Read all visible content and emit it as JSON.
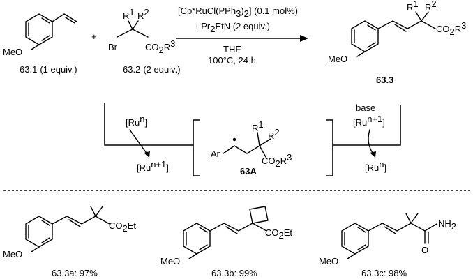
{
  "reaction": {
    "substrate": {
      "id": "63.1",
      "equiv": "(1 equiv.)",
      "group": "MeO"
    },
    "reagent": {
      "id": "63.2",
      "equiv": "(2 equiv.)",
      "br": "Br",
      "r1": "R",
      "r1_sup": "1",
      "r2": "R",
      "r2_sup": "2",
      "ester": "CO",
      "ester_sub": "2",
      "ester_r": "R",
      "ester_sup": "3"
    },
    "plus": "+",
    "conditions": {
      "catalyst_a": "[Cp*RuCl(PPh",
      "catalyst_sub": "3",
      "catalyst_b": ")",
      "catalyst_sub2": "2",
      "catalyst_c": "] (0.1 mol%)",
      "base_ital": "i",
      "base_a": "-Pr",
      "base_sub": "2",
      "base_b": "EtN (2 equiv.)",
      "solvent": "THF",
      "temp_time": "100°C, 24 h"
    },
    "product": {
      "id": "63.3",
      "group": "MeO",
      "r1": "R",
      "r1_sup": "1",
      "r2": "R",
      "r2_sup": "2",
      "ester": "CO",
      "ester_sub": "2",
      "ester_r": "R",
      "ester_sup": "3"
    }
  },
  "mechanism": {
    "left_top": "[Ru",
    "left_top_sup": "n",
    "left_top_close": "]",
    "left_bottom": "[Ru",
    "left_bottom_sup": "n+1",
    "left_bottom_close": "]",
    "intermediate": {
      "id": "63A",
      "ar": "Ar",
      "r1": "R",
      "r1_sup": "1",
      "r2": "R",
      "r2_sup": "2",
      "ester": "CO",
      "ester_sub": "2",
      "ester_r": "R",
      "ester_sup": "3"
    },
    "right_base": "base",
    "right_top": "[Ru",
    "right_top_sup": "n+1",
    "right_top_close": "]",
    "right_bottom": "[Ru",
    "right_bottom_sup": "n",
    "right_bottom_close": "]"
  },
  "examples": [
    {
      "id": "63.3a",
      "yield": ": 97%",
      "group": "MeO",
      "ester_a": "CO",
      "ester_sub": "2",
      "ester_b": "Et"
    },
    {
      "id": "63.3b",
      "yield": ": 99%",
      "group": "MeO",
      "ester_a": "CO",
      "ester_sub": "2",
      "ester_b": "Et"
    },
    {
      "id": "63.3c",
      "yield": ": 98%",
      "group": "MeO",
      "amide_n": "NH",
      "amide_sub": "2",
      "amide_o": "O"
    }
  ]
}
